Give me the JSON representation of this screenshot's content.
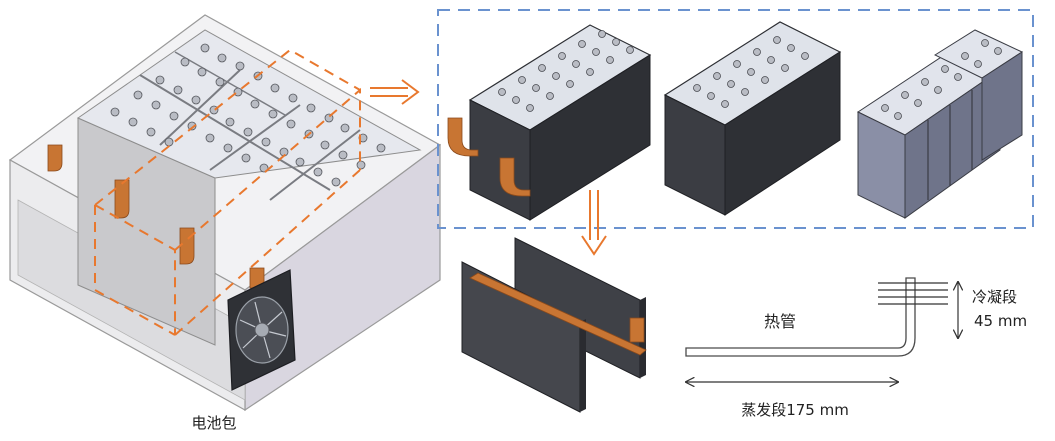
{
  "labels": {
    "battery_pack": "电池包",
    "heat_pipe": "热管",
    "condenser_section": "冷凝段",
    "condenser_length": "45 mm",
    "evaporator_section": "蒸发段175 mm"
  },
  "colors": {
    "copper": "#c87533",
    "orange_dash": "#e8782e",
    "blue_dash": "#6a92cf",
    "cell_top": "#dfe3ea",
    "dark_module": "#3b3d43",
    "grey_cell": "#8a8fa6"
  }
}
